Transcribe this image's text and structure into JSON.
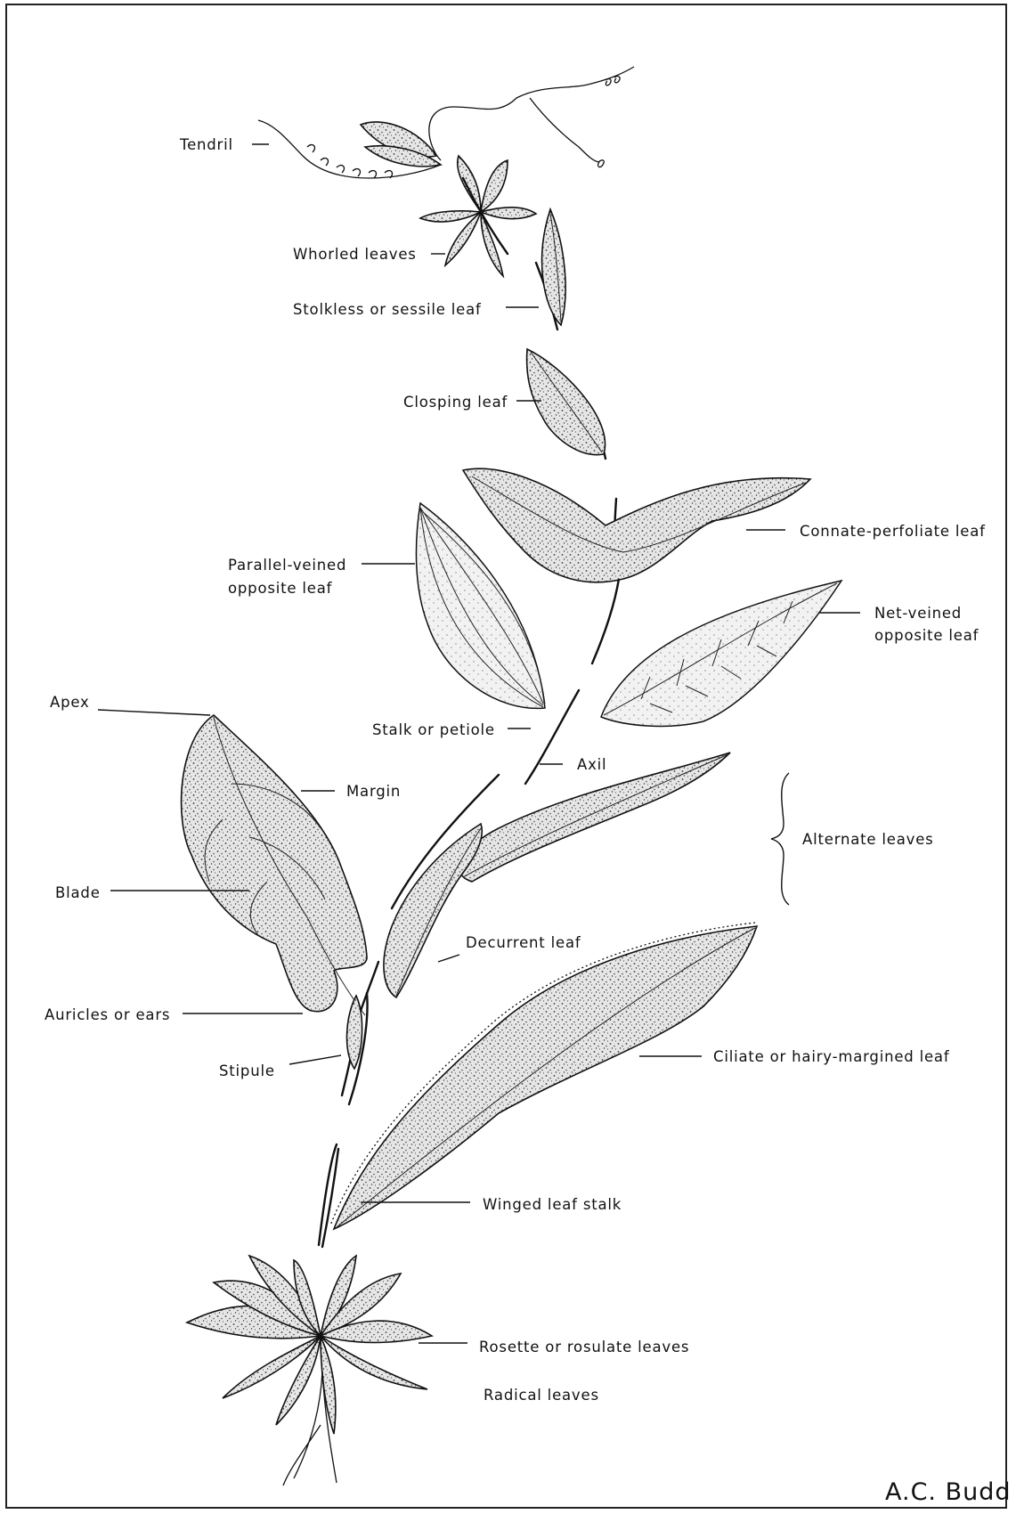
{
  "labels": {
    "tendril": "Tendril",
    "whorled": "Whorled leaves",
    "sessile": "Stolkless or sessile leaf",
    "clasping": "Closping leaf",
    "connate": "Connate-perfoliate leaf",
    "parallel_1": "Parallel-veined",
    "parallel_2": "opposite leaf",
    "netveined_1": "Net-veined",
    "netveined_2": "opposite leaf",
    "apex": "Apex",
    "margin": "Margin",
    "petiole": "Stalk or petiole",
    "axil": "Axil",
    "alternate": "Alternate leaves",
    "blade": "Blade",
    "decurrent": "Decurrent leaf",
    "auricles": "Auricles or ears",
    "stipule": "Stipule",
    "ciliate": "Ciliate or hairy-margined leaf",
    "winged": "Winged leaf stalk",
    "rosette": "Rosette or rosulate leaves",
    "radical": "Radical leaves"
  },
  "signature": "A.C. Budd"
}
